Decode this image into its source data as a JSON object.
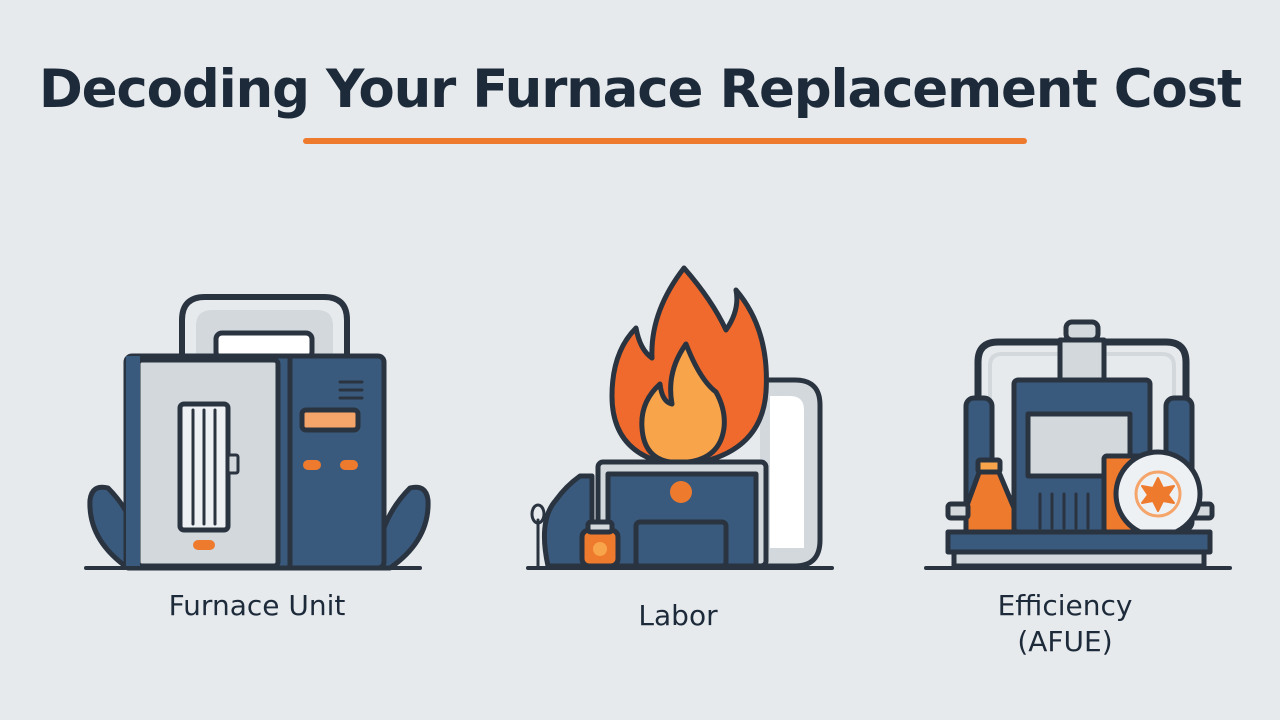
{
  "title": "Decoding Your Furnace Replacement Cost",
  "colors": {
    "background": "#e7eaed",
    "title": "#1d2a3a",
    "accent": "#ee7a2e",
    "navy": "#3a5a7d",
    "outline": "#2a3340",
    "light_gray": "#d3d8dd",
    "flame_orange": "#ef6a2c",
    "flame_yellow": "#f8a44a"
  },
  "items": [
    {
      "label": "Furnace Unit",
      "icon": "furnace-unit-icon"
    },
    {
      "label": "Labor",
      "icon": "flame-burner-icon"
    },
    {
      "label_line1": "Efficiency",
      "label_line2": "(AFUE)",
      "icon": "efficiency-machine-icon"
    }
  ]
}
